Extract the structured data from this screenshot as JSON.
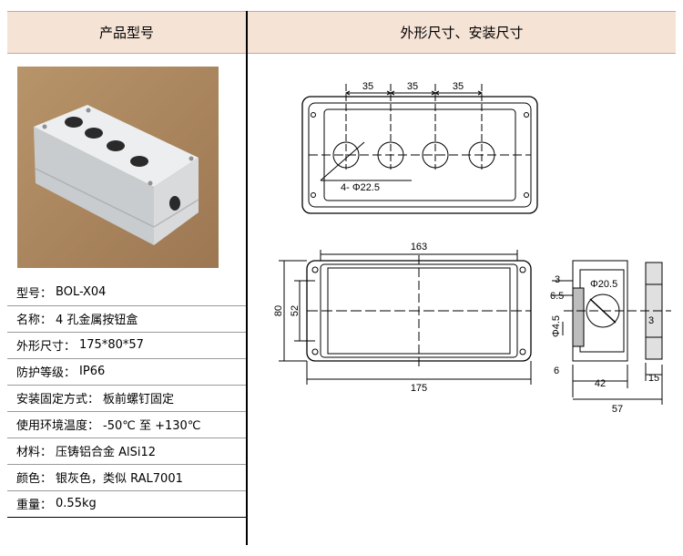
{
  "header": {
    "left": "产品型号",
    "right": "外形尺寸、安装尺寸"
  },
  "specs": [
    {
      "label": "型号：",
      "value": "BOL-X04"
    },
    {
      "label": "名称：",
      "value": "4 孔金属按钮盒"
    },
    {
      "label": "外形尺寸：",
      "value": "175*80*57"
    },
    {
      "label": "防护等级：",
      "value": "IP66"
    },
    {
      "label": "安装固定方式：",
      "value": "板前螺钉固定"
    },
    {
      "label": "使用环境温度：",
      "value": "-50℃ 至 +130℃"
    },
    {
      "label": "材料：",
      "value": "压铸铝合金  AlSi12"
    },
    {
      "label": "颜色：",
      "value": "银灰色，类似  RAL7001"
    },
    {
      "label": "重量：",
      "value": "0.55kg"
    }
  ],
  "dims": {
    "top_pitch_1": "35",
    "top_pitch_2": "35",
    "top_pitch_3": "35",
    "hole_note": "4-  Φ22.5",
    "front_width_inner": "163",
    "front_width_outer": "175",
    "front_height_outer": "80",
    "front_height_inner": "52",
    "side_hole": "Φ20.5",
    "side_3_top": "3",
    "side_6_5": "6.5",
    "side_phi4_5": "Φ4.5",
    "side_3_right": "3",
    "side_6": "6",
    "side_42": "42",
    "side_15": "15",
    "side_57": "57"
  }
}
